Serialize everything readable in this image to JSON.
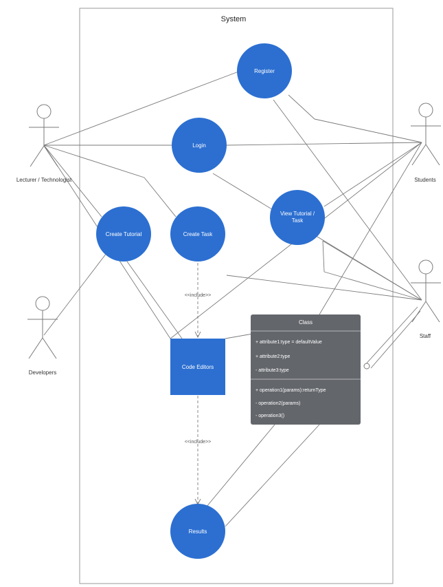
{
  "system": {
    "title": "System"
  },
  "actors": {
    "lecturer": "Lecturer / Technologist",
    "developers": "Developers",
    "students": "Students",
    "staff": "Staff"
  },
  "use_cases": {
    "register": "Register",
    "login": "Login",
    "create_tutorial": "Create Tutorial",
    "create_task": "Create Task",
    "view_tutorial_task_line1": "View Tutorial /",
    "view_tutorial_task_line2": "Task",
    "code_editors": "Code Editors",
    "results": "Results"
  },
  "relationships": {
    "include_1": "<<include>>",
    "include_2": "<<include>>"
  },
  "class_box": {
    "title": "Class",
    "attributes": [
      "+ attribute1:type = defaultValue",
      "+ attribute2:type",
      "- attribute3:type"
    ],
    "operations": [
      "+ operation1(params):returnType",
      "- operation2(params)",
      "- operation3()"
    ]
  },
  "colors": {
    "use_case_fill": "#2c6fd1",
    "class_fill": "#63666b",
    "line": "#7a7a7a"
  }
}
